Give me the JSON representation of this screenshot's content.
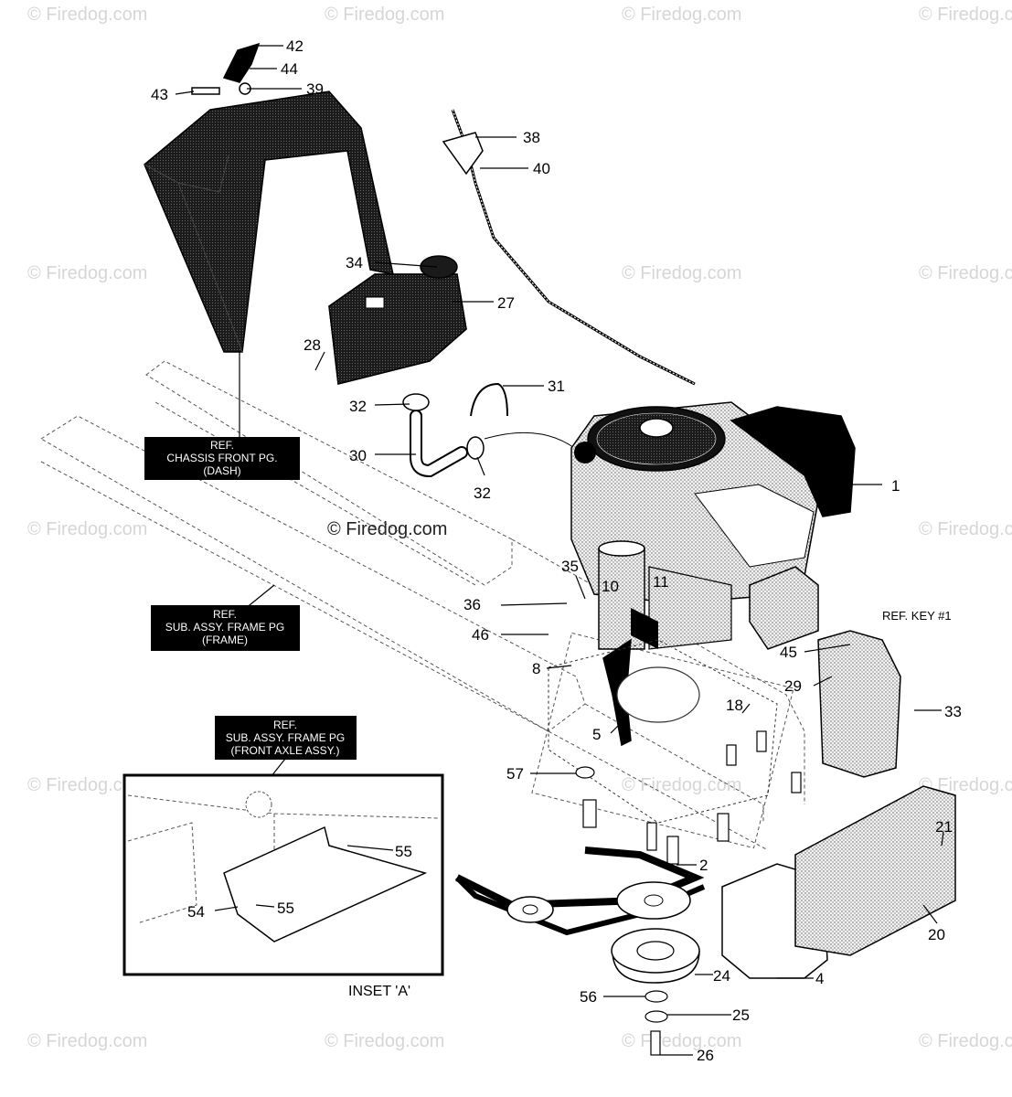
{
  "watermark": "© Firedog.com",
  "watermark_center": "© Firedog.com",
  "callouts": [
    "1",
    "2",
    "4",
    "5",
    "8",
    "10",
    "11",
    "18",
    "20",
    "21",
    "24",
    "25",
    "26",
    "27",
    "28",
    "29",
    "30",
    "31",
    "32",
    "32",
    "33",
    "34",
    "35",
    "36",
    "38",
    "39",
    "40",
    "42",
    "43",
    "44",
    "45",
    "46",
    "54",
    "55",
    "55",
    "56",
    "57"
  ],
  "ref_boxes": [
    {
      "line1": "REF.",
      "line2": "CHASSIS FRONT PG.",
      "line3": "(DASH)"
    },
    {
      "line1": "REF.",
      "line2": "SUB. ASSY. FRAME PG",
      "line3": "(FRAME)"
    },
    {
      "line1": "REF.",
      "line2": "SUB. ASSY. FRAME PG",
      "line3": "(FRONT AXLE ASSY.)"
    }
  ],
  "ref_key": "REF. KEY #1",
  "inset_label": "INSET 'A'",
  "colors": {
    "ink": "#000000",
    "watermark": "#d6d6d6",
    "ref_box_bg": "#000000"
  }
}
